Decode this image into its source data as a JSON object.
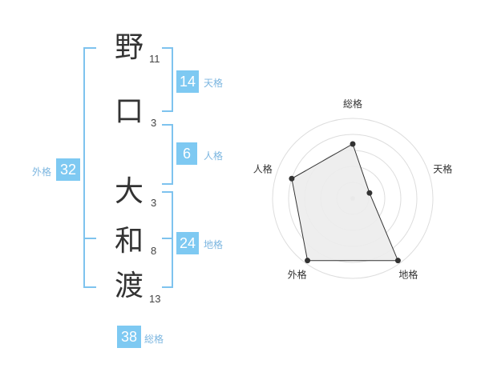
{
  "name_chars": [
    {
      "char": "野",
      "strokes": "11"
    },
    {
      "char": "口",
      "strokes": "3"
    },
    {
      "char": "大",
      "strokes": "3"
    },
    {
      "char": "和",
      "strokes": "8"
    },
    {
      "char": "渡",
      "strokes": "13"
    }
  ],
  "fortunes": {
    "ten": {
      "value": "14",
      "label": "天格"
    },
    "jin": {
      "value": "6",
      "label": "人格"
    },
    "chi": {
      "value": "24",
      "label": "地格"
    },
    "gai": {
      "value": "32",
      "label": "外格"
    },
    "sou": {
      "value": "38",
      "label": "総格"
    }
  },
  "colors": {
    "accent_box": "#7ec9f2",
    "bracket": "#7ec3ee",
    "label": "#7cb6e0"
  },
  "chart_data": {
    "type": "radar",
    "axes": [
      {
        "label": "総格",
        "value": 0.68
      },
      {
        "label": "天格",
        "value": 0.22
      },
      {
        "label": "地格",
        "value": 0.96
      },
      {
        "label": "外格",
        "value": 0.96
      },
      {
        "label": "人格",
        "value": 0.8
      }
    ],
    "rings": 5,
    "range": [
      0,
      1
    ]
  }
}
